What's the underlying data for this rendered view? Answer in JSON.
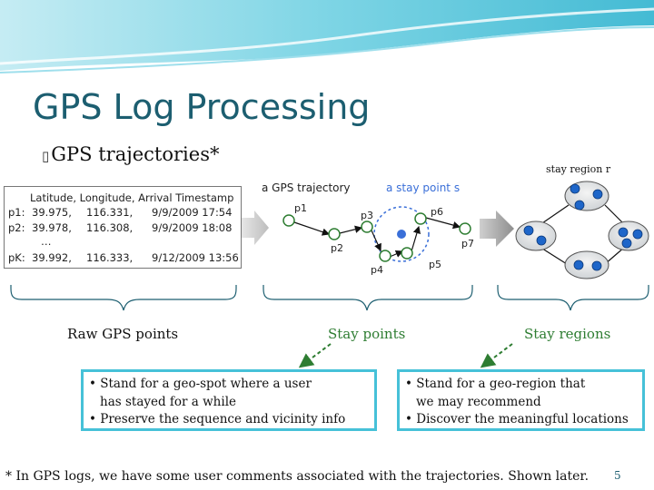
{
  "slide": {
    "title": "GPS Log Processing",
    "bullet_glyph": "▯",
    "bullet_text": "GPS trajectories*",
    "page_number": "5",
    "footnote": "* In GPS logs, we have some user comments associated with the trajectories. Shown later."
  },
  "log_table": {
    "headers": [
      "Latitude,",
      "Longitude,",
      "Arrival Timestamp"
    ],
    "rows": [
      {
        "label": "p1:",
        "lat": "39.975,",
        "lon": "116.331,",
        "ts": "9/9/2009 17:54"
      },
      {
        "label": "p2:",
        "lat": "39.978,",
        "lon": "116.308,",
        "ts": "9/9/2009 18:08"
      },
      {
        "label": "",
        "lat": "…",
        "lon": "",
        "ts": ""
      },
      {
        "label": "pK:",
        "lat": "39.992,",
        "lon": "116.333,",
        "ts": "9/12/2009 13:56"
      }
    ]
  },
  "trajectory": {
    "title": "a GPS trajectory",
    "stay_point_label": "a stay point s",
    "points": [
      "p1",
      "p2",
      "p3",
      "p4",
      "p5",
      "p6",
      "p7"
    ]
  },
  "stay_region": {
    "label": "stay region r"
  },
  "captions": {
    "raw": "Raw GPS points",
    "stay_points": "Stay points",
    "stay_regions": "Stay regions"
  },
  "boxes": {
    "stay_points": {
      "line1": "• Stand for a geo-spot where a user",
      "line2": "has stayed for a while",
      "line3": "• Preserve the sequence and vicinity info"
    },
    "stay_regions": {
      "line1": "• Stand for a geo-region that",
      "line2": "we may recommend",
      "line3": "• Discover the meaningful locations"
    }
  },
  "colors": {
    "title": "#1c5e70",
    "accent": "#46c1d8",
    "caption_green": "#2e7d32",
    "dot_blue": "#1e66c9",
    "arrow_gray": "#aaaaaa",
    "header_teal": "#7fd3e3"
  }
}
